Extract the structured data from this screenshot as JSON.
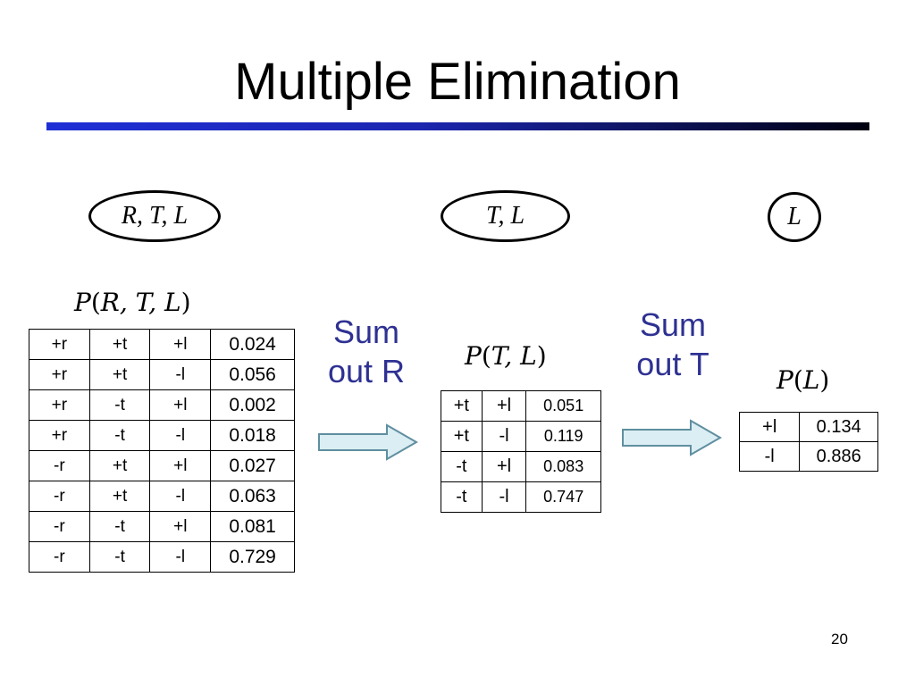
{
  "slide": {
    "title": "Multiple Elimination",
    "page_number": "20"
  },
  "variables": {
    "rtl": "R, T, L",
    "tl": "T, L",
    "l": "L"
  },
  "factors": {
    "rtl": {
      "label_vars": "R, T, L",
      "rows": [
        [
          "+r",
          "+t",
          "+l",
          "0.024"
        ],
        [
          "+r",
          "+t",
          "-l",
          "0.056"
        ],
        [
          "+r",
          "-t",
          "+l",
          "0.002"
        ],
        [
          "+r",
          "-t",
          "-l",
          "0.018"
        ],
        [
          "-r",
          "+t",
          "+l",
          "0.027"
        ],
        [
          "-r",
          "+t",
          "-l",
          "0.063"
        ],
        [
          "-r",
          "-t",
          "+l",
          "0.081"
        ],
        [
          "-r",
          "-t",
          "-l",
          "0.729"
        ]
      ]
    },
    "tl": {
      "label_vars": "T, L",
      "rows": [
        [
          "+t",
          "+l",
          "0.051"
        ],
        [
          "+t",
          "-l",
          "0.119"
        ],
        [
          "-t",
          "+l",
          "0.083"
        ],
        [
          "-t",
          "-l",
          "0.747"
        ]
      ]
    },
    "l": {
      "label_vars": "L",
      "rows": [
        [
          "+l",
          "0.134"
        ],
        [
          "-l",
          "0.886"
        ]
      ]
    }
  },
  "actions": {
    "sum_out_r": {
      "line1": "Sum",
      "line2": "out R"
    },
    "sum_out_t": {
      "line1": "Sum",
      "line2": "out T"
    }
  },
  "colors": {
    "action_text": "#2e3192",
    "arrow_fill": "#dbeef3",
    "arrow_stroke": "#5f8fa0",
    "rule_start": "#1f2fd6",
    "rule_end": "#000010"
  }
}
